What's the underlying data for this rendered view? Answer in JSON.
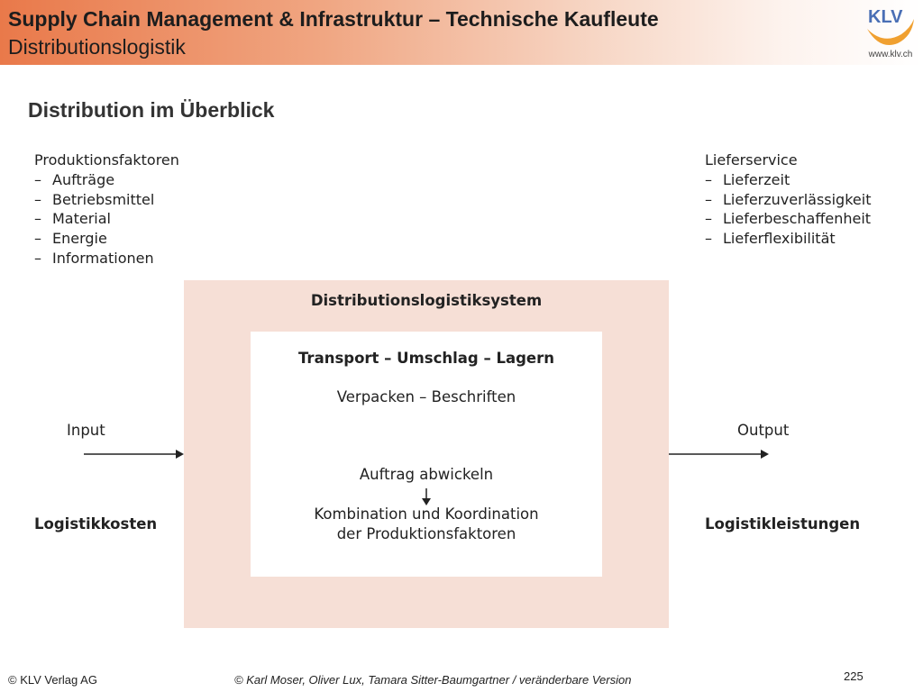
{
  "header": {
    "title": "Supply Chain Management & Infrastruktur – Technische Kaufleute",
    "subtitle": "Distributionslogistik",
    "logo_text": "KLV",
    "logo_url": "www.klv.ch"
  },
  "slide": {
    "heading": "Distribution im Überblick"
  },
  "diagram": {
    "left_list": {
      "title": "Produktionsfaktoren",
      "items": [
        "Aufträge",
        "Betriebsmittel",
        "Material",
        "Energie",
        "Informationen"
      ]
    },
    "right_list": {
      "title": "Lieferservice",
      "items": [
        "Lieferzeit",
        "Lieferzuverlässigkeit",
        "Lieferbeschaffenheit",
        "Lieferflexibilität"
      ]
    },
    "dash": "–",
    "system_title": "Distributionslogistiksystem",
    "inner": {
      "line1": "Transport – Umschlag – Lagern",
      "line2": "Verpacken – Beschriften",
      "line3": "Auftrag abwickeln",
      "line4a": "Kombination und Koordination",
      "line4b": "der Produktionsfaktoren"
    },
    "input_label": "Input",
    "output_label": "Output",
    "left_bottom": "Logistikkosten",
    "right_bottom": "Logistikleistungen"
  },
  "footer": {
    "left": "© KLV Verlag AG",
    "center": "© Karl Moser, Oliver Lux, Tamara Sitter-Baumgartner / veränderbare Version",
    "page": "225"
  },
  "colors": {
    "header_accent": "#e9794a",
    "logo_blue": "#4a6fb5",
    "logo_orange": "#f0a030",
    "outer_box": "#f6dfd6",
    "inner_box": "#ffffff"
  }
}
